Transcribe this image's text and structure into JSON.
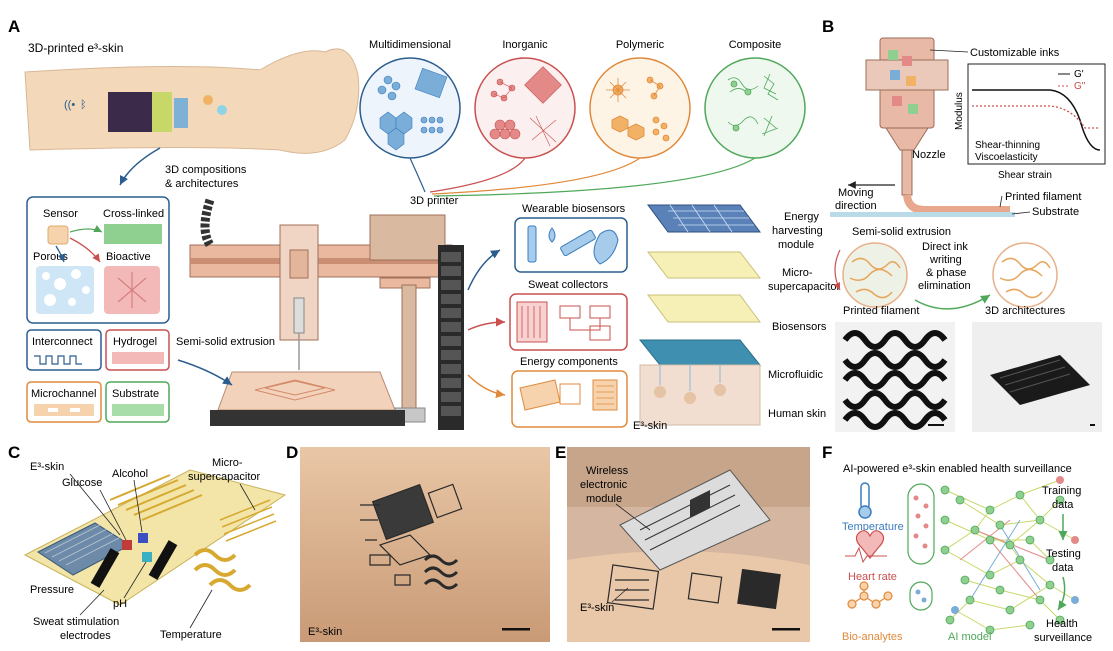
{
  "panels": {
    "A": "A",
    "B": "B",
    "C": "C",
    "D": "D",
    "E": "E",
    "F": "F"
  },
  "panelA": {
    "title": "3D-printed e³-skin",
    "compositions": "3D compositions",
    "architectures": "& architectures",
    "categories": [
      "Multidimensional",
      "Inorganic",
      "Polymeric",
      "Composite"
    ],
    "sensor": "Sensor",
    "crosslinked": "Cross-linked",
    "porous": "Porous",
    "bioactive": "Bioactive",
    "interconnect": "Interconnect",
    "hydrogel": "Hydrogel",
    "microchannel": "Microchannel",
    "substrate": "Substrate",
    "printer": "3D printer",
    "extrusion": "Semi-solid extrusion",
    "wearable": "Wearable biosensors",
    "sweat": "Sweat collectors",
    "energy": "Energy components",
    "energy_harvesting_1": "Energy",
    "energy_harvesting_2": "harvesting",
    "energy_harvesting_3": "module",
    "micro_1": "Micro-",
    "micro_2": "supercapacitor",
    "biosensors": "Biosensors",
    "microfluidic": "Microfluidic",
    "human_skin": "Human skin",
    "e3skin": "E³-skin"
  },
  "panelB": {
    "inks": "Customizable inks",
    "nozzle": "Nozzle",
    "legend_g1": "G'",
    "legend_g2": "G\"",
    "modulus": "Modulus",
    "shear_thinning": "Shear-thinning",
    "viscoelasticity": "Viscoelasticity",
    "shear_strain": "Shear strain",
    "moving_1": "Moving",
    "moving_2": "direction",
    "printed_filament": "Printed filament",
    "substrate": "Substrate",
    "semi_solid": "Semi-solid extrusion",
    "diw_1": "Direct ink",
    "diw_2": "writing",
    "diw_3": "& phase",
    "diw_4": "elimination",
    "printed_filament_2": "Printed filament",
    "architectures": "3D architectures"
  },
  "panelC": {
    "e3skin": "E³-skin",
    "glucose": "Glucose",
    "alcohol": "Alcohol",
    "micro_1": "Micro-",
    "micro_2": "supercapacitor",
    "pressure": "Pressure",
    "ph": "pH",
    "sweat_1": "Sweat stimulation",
    "sweat_2": "electrodes",
    "temperature": "Temperature"
  },
  "panelD": {
    "e3skin": "E³-skin"
  },
  "panelE": {
    "wireless_1": "Wireless",
    "wireless_2": "electronic",
    "wireless_3": "module",
    "e3skin": "E³-skin"
  },
  "panelF": {
    "title": "AI-powered e³-skin enabled health surveillance",
    "temperature": "Temperature",
    "heart_rate": "Heart rate",
    "bio_analytes": "Bio-analytes",
    "ai_model": "AI model",
    "training_1": "Training",
    "training_2": "data",
    "testing_1": "Testing",
    "testing_2": "data",
    "health_1": "Health",
    "health_2": "surveillance"
  },
  "colors": {
    "blue": "#3b7dbd",
    "red": "#c9504f",
    "orange": "#e9a35a",
    "green": "#4fa85a",
    "skin": "#f2d6b8"
  }
}
